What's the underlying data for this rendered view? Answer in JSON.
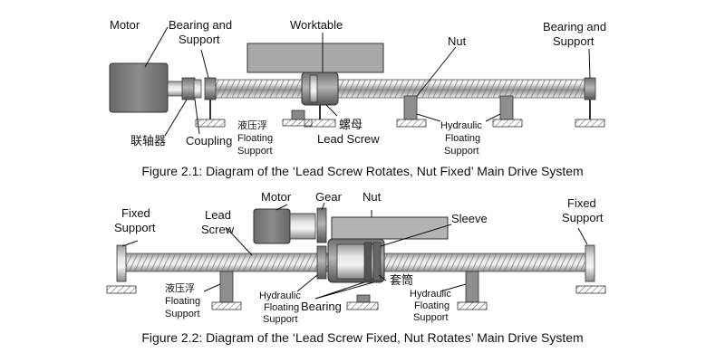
{
  "figure1": {
    "caption": "Figure 2.1: Diagram of the ‘Lead Screw Rotates, Nut Fixed’ Main Drive System",
    "labels": {
      "motor": "Motor",
      "bearing_support_left_1": "Bearing and",
      "bearing_support_left_2": "Support",
      "worktable": "Worktable",
      "nut": "Nut",
      "bearing_support_right_1": "Bearing and",
      "bearing_support_right_2": "Support",
      "coupling_cn": "联轴器",
      "coupling": "Coupling",
      "hydraulic_cn": "液压浮",
      "floating_left_1": "Floating",
      "floating_left_2": "Support",
      "nut_cn": "螺母",
      "lead_screw": "Lead Screw",
      "hydraulic_right_1": "Hydraulic",
      "hydraulic_right_2": "Floating",
      "hydraulic_right_3": "Support"
    }
  },
  "figure2": {
    "caption": "Figure 2.2: Diagram of the ‘Lead Screw Fixed, Nut Rotates’ Main Drive System",
    "labels": {
      "fixed_left_1": "Fixed",
      "fixed_left_2": "Support",
      "lead_1": "Lead",
      "lead_2": "Screw",
      "motor": "Motor",
      "gear": "Gear",
      "nut": "Nut",
      "sleeve": "Sleeve",
      "fixed_right_1": "Fixed",
      "fixed_right_2": "Support",
      "hydraulic_cn": "液压浮",
      "floating_left_1": "Floating",
      "floating_left_2": "Support",
      "hyd_mid_1": "Hydraulic",
      "hyd_mid_2": "Floating",
      "hyd_mid_3": "Support",
      "bearing": "Bearing",
      "sleeve_cn": "套筒",
      "hyd_right_1": "Hydraulic",
      "hyd_right_2": "Floating",
      "hyd_right_3": "Support"
    }
  }
}
